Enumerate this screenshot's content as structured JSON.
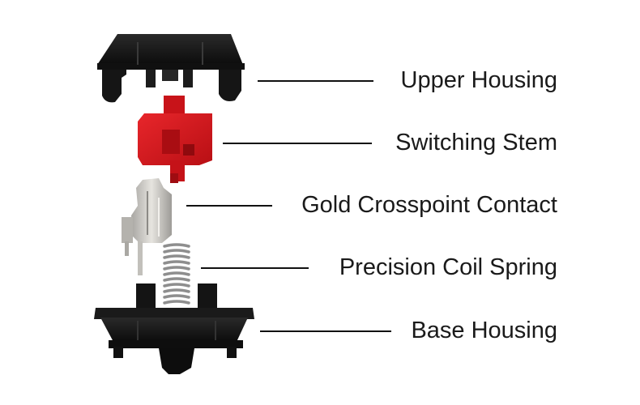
{
  "labels": {
    "upper_housing": "Upper Housing",
    "switching_stem": "Switching Stem",
    "gold_contact": "Gold Crosspoint Contact",
    "coil_spring": "Precision Coil Spring",
    "base_housing": "Base Housing"
  },
  "colors": {
    "housing": "#151515",
    "stem": "#d3151b",
    "contact": "#c9c7c2",
    "spring": "#9a9a9a",
    "text": "#1a1a1a",
    "leader": "#111111"
  },
  "icons": {
    "upper_housing": "upper-housing-icon",
    "switching_stem": "switching-stem-icon",
    "gold_contact": "gold-contact-icon",
    "coil_spring": "coil-spring-icon",
    "base_housing": "base-housing-icon"
  }
}
